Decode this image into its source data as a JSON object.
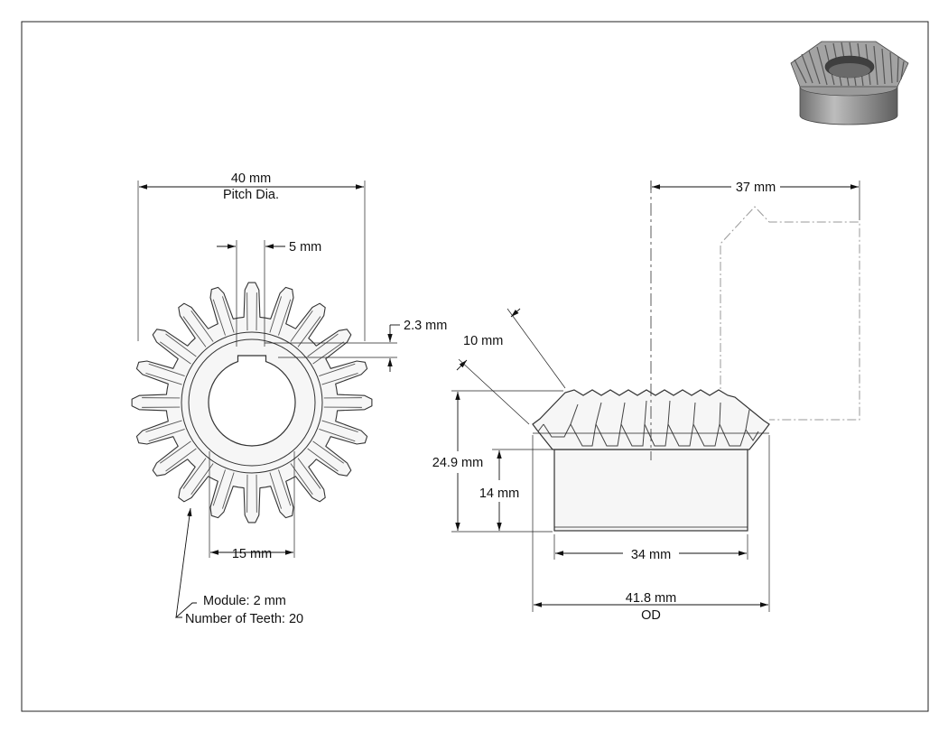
{
  "front_view": {
    "pitch_dia_value": "40 mm",
    "pitch_dia_label": "Pitch Dia.",
    "keyway_width": "5 mm",
    "keyway_depth": "2.3 mm",
    "bore": "15 mm",
    "module_note": "Module: 2 mm",
    "teeth_note": "Number of Teeth: 20"
  },
  "side_view": {
    "length_37": "37 mm",
    "face_width": "10 mm",
    "overall_height": "24.9 mm",
    "hub_height": "14 mm",
    "hub_diameter": "34 mm",
    "outer_diameter_value": "41.8 mm",
    "outer_diameter_label": "OD"
  },
  "colors": {
    "gear_fill": "#f6f6f6",
    "gear_stroke": "#333333",
    "dimension_line": "#111111",
    "phantom_line": "#9a9a9a",
    "iso_gear": "#8c8c8c"
  },
  "icons": {
    "iso_preview": "bevel-gear-isometric-icon"
  }
}
